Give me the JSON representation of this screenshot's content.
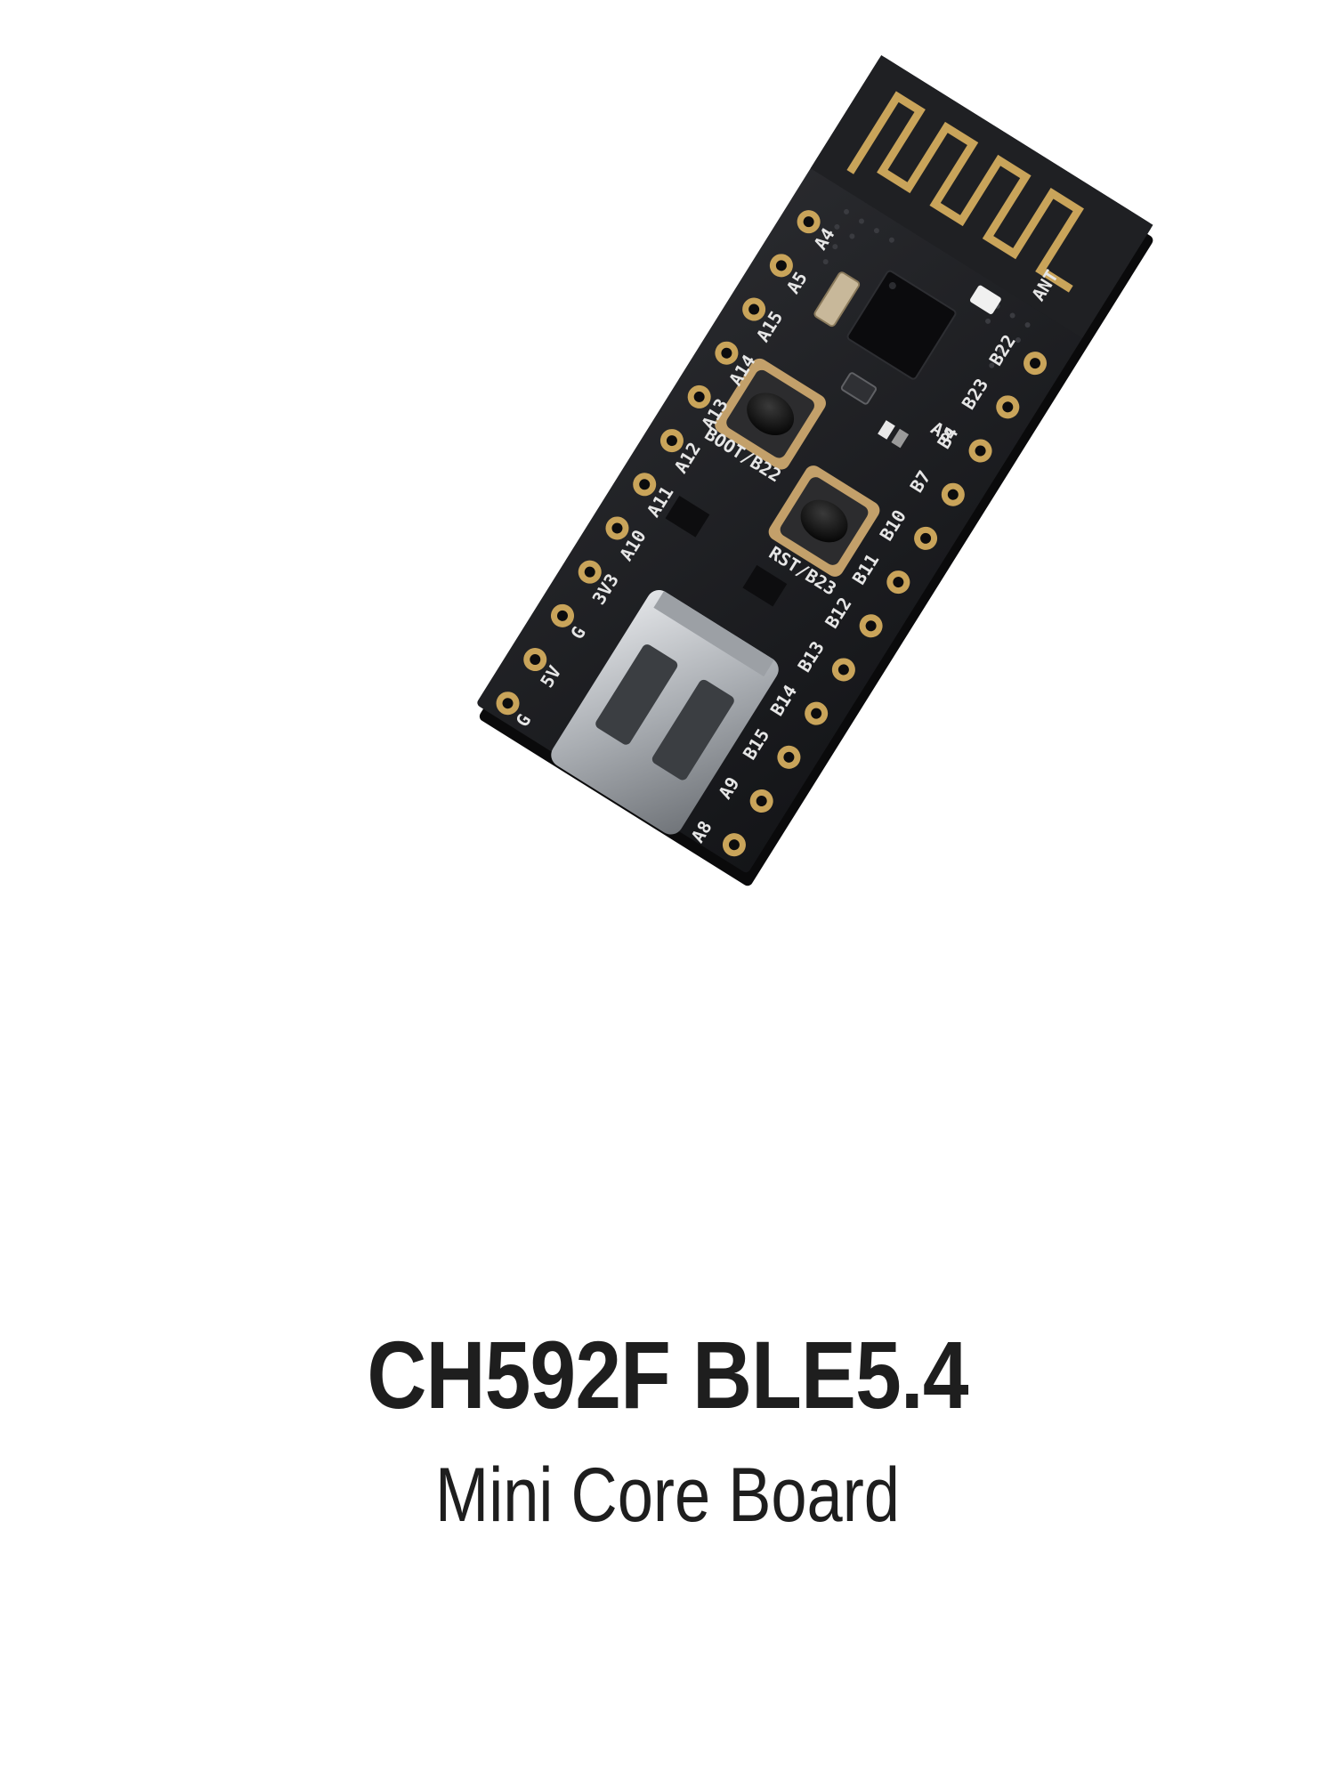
{
  "product": {
    "title": "CH592F BLE5.4",
    "subtitle": "Mini Core Board"
  },
  "board": {
    "antenna_label": "ANT",
    "left_pins": [
      "G",
      "5V",
      "G",
      "3V3",
      "A10",
      "A11",
      "A12",
      "A13",
      "A14",
      "A15",
      "A5",
      "A4"
    ],
    "right_pins": [
      "A8",
      "A9",
      "B15",
      "B14",
      "B13",
      "B12",
      "B11",
      "B10",
      "B7",
      "B4",
      "B23",
      "B22"
    ],
    "button_labels": [
      "BOOT/B22",
      "RST/B23"
    ],
    "upper_pin_label": "A8",
    "colors": {
      "pcb": "#1b1c1f",
      "gold": "#c9a45a",
      "silkscreen": "#e6e6e6",
      "usb_metal": "#b9bcc0"
    }
  }
}
